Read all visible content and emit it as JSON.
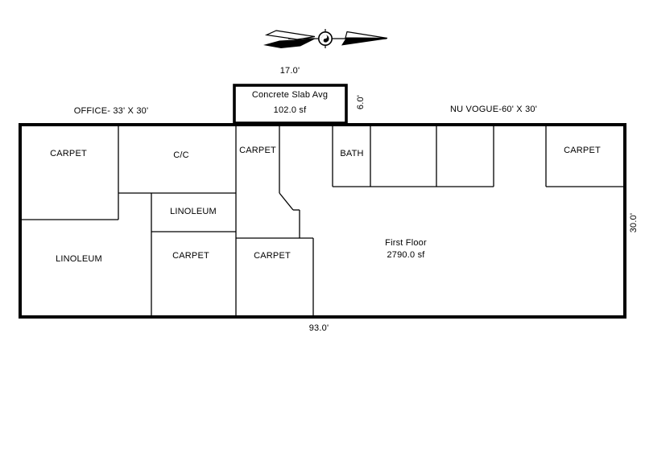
{
  "canvas": {
    "background": "#ffffff",
    "line_color": "#000000"
  },
  "labels": {
    "office": "OFFICE- 33' X 30'",
    "nu_vogue": "NU VOGUE-60' X 30'",
    "slab_title": "Concrete Slab Avg",
    "slab_area": "102.0 sf",
    "floor_title": "First Floor",
    "floor_area": "2790.0 sf"
  },
  "dimensions": {
    "slab_width": "17.0'",
    "slab_depth": "6.0'",
    "building_depth": "30.0'",
    "building_width": "93.0'"
  },
  "rooms": {
    "office_carpet": "CARPET",
    "cc": "C/C",
    "center_carpet": "CARPET",
    "bath": "BATH",
    "right_carpet": "CARPET",
    "linoleum_small": "LINOLEUM",
    "mid_carpet": "CARPET",
    "lower_right_carpet": "CARPET",
    "linoleum_large": "LINOLEUM"
  }
}
